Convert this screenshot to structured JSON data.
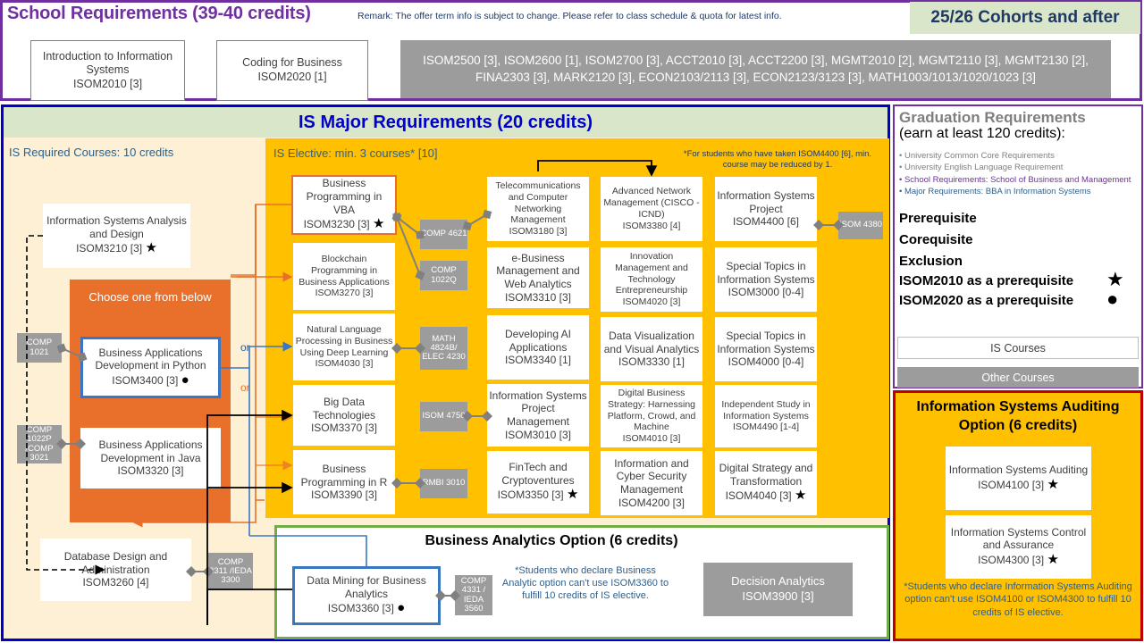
{
  "header": {
    "title": "School Requirements (39-40 credits)",
    "remark": "Remark: The offer term info is subject to change. Please refer to class schedule & quota for latest info.",
    "cohort_badge": "25/26 Cohorts and after",
    "boxes": [
      {
        "name": "Introduction to Information Systems",
        "code": "ISOM2010 [3]"
      },
      {
        "name": "Coding for Business",
        "code": "ISOM2020 [1]"
      }
    ],
    "other_courses": "ISOM2500 [3], ISOM2600 [1], ISOM2700 [3], ACCT2010 [3], ACCT2200 [3], MGMT2010 [2], MGMT2110 [3], MGMT2130 [2], FINA2303 [3], MARK2120 [3], ECON2103/2113 [3], ECON2123/3123 [3], MATH1003/1013/1020/1023 [3]"
  },
  "major": {
    "title": "IS Major Requirements (20 credits)",
    "required_label": "IS Required Courses: 10 credits",
    "elective_label": "IS Elective: min. 3 courses* [10]",
    "elective_note": "*For students who have taken ISOM4400 [6], min. course may be reduced by 1.",
    "choose_label": "Choose one from below",
    "or_1": "or",
    "or_2": "or",
    "required": [
      {
        "name": "Information Systems Analysis and Design",
        "code": "ISOM3210 [3]",
        "marker": "star"
      },
      {
        "name": "Business Applications Development in Python",
        "code": "ISOM3400 [3]",
        "marker": "circle"
      },
      {
        "name": "Business Applications Development in Java",
        "code": "ISOM3320 [3]",
        "marker": ""
      },
      {
        "name": "Database Design and Administration",
        "code": "ISOM3260 [4]",
        "marker": ""
      }
    ],
    "required_tags": [
      {
        "label": "COMP 1021"
      },
      {
        "label": "COMP 1022P /COMP 3021"
      },
      {
        "label": "COMP 3311 /IEDA 3300"
      }
    ],
    "electives_col1": [
      {
        "name": "Business Programming in VBA",
        "code": "ISOM3230 [3]",
        "marker": "star"
      },
      {
        "name": "Blockchain Programming in Business Applications",
        "code": "ISOM3270 [3]",
        "marker": ""
      },
      {
        "name": "Natural Language Processing in Business Using Deep Learning",
        "code": "ISOM4030 [3]",
        "marker": ""
      },
      {
        "name": "Big Data Technologies",
        "code": "ISOM3370 [3]",
        "marker": ""
      },
      {
        "name": "Business Programming in R",
        "code": "ISOM3390 [3]",
        "marker": ""
      }
    ],
    "electives_tags": [
      {
        "label": "COMP 4621"
      },
      {
        "label": "COMP 1022Q"
      },
      {
        "label": "MATH 4824B/ ELEC 4230"
      },
      {
        "label": "ISOM 4750"
      },
      {
        "label": "RMBI 3010"
      },
      {
        "label": "ISOM 4380"
      }
    ],
    "electives_col2": [
      {
        "name": "Telecommunications and Computer Networking Management",
        "code": "ISOM3180 [3]",
        "marker": ""
      },
      {
        "name": "e-Business Management and Web Analytics",
        "code": "ISOM3310 [3]",
        "marker": ""
      },
      {
        "name": "Developing AI Applications",
        "code": "ISOM3340 [1]",
        "marker": ""
      },
      {
        "name": "Information Systems Project Management",
        "code": "ISOM3010 [3]",
        "marker": ""
      },
      {
        "name": "FinTech and Cryptoventures",
        "code": "ISOM3350 [3]",
        "marker": "star"
      }
    ],
    "electives_col3": [
      {
        "name": "Advanced Network Management (CISCO - ICND)",
        "code": "ISOM3380 [4]",
        "marker": ""
      },
      {
        "name": "Innovation Management and Technology Entrepreneurship",
        "code": "ISOM4020 [3]",
        "marker": ""
      },
      {
        "name": "Data Visualization and Visual Analytics",
        "code": "ISOM3330 [1]",
        "marker": ""
      },
      {
        "name": "Digital Business Strategy: Harnessing Platform, Crowd, and Machine",
        "code": "ISOM4010 [3]",
        "marker": ""
      },
      {
        "name": "Information and Cyber Security Management",
        "code": "ISOM4200 [3]",
        "marker": ""
      }
    ],
    "electives_col4": [
      {
        "name": "Information Systems Project",
        "code": "ISOM4400 [6]",
        "marker": ""
      },
      {
        "name": "Special Topics in Information Systems",
        "code": "ISOM3000 [0-4]",
        "marker": ""
      },
      {
        "name": "Special Topics in Information Systems",
        "code": "ISOM4000 [0-4]",
        "marker": ""
      },
      {
        "name": "Independent Study in Information Systems",
        "code": "ISOM4490 [1-4]",
        "marker": ""
      },
      {
        "name": "Digital Strategy and Transformation",
        "code": "ISOM4040 [3]",
        "marker": "star"
      }
    ]
  },
  "business_analytics": {
    "title": "Business Analytics Option (6 credits)",
    "course": {
      "name": "Data Mining for Business Analytics",
      "code": "ISOM3360 [3]",
      "marker": "circle"
    },
    "tag": "COMP 4331 / IEDA 3560",
    "note": "*Students who declare Business Analytic option can't use ISOM3360 to fulfill 10 credits of IS elective.",
    "other_course": {
      "name": "Decision Analytics",
      "code": "ISOM3900 [3]"
    }
  },
  "graduation": {
    "title_line1": "Graduation Requirements",
    "title_line2": "(earn at least 120 credits):",
    "bullets": [
      "• University Common Core Requirements",
      "• University English Language Requirement",
      "• School Requirements: School of Business and Management",
      "• Major Requirements: BBA in Information Systems"
    ],
    "legend": [
      {
        "label": "Prerequisite",
        "art": "solid-arrow"
      },
      {
        "label": "Corequisite",
        "art": "dashed-arrow"
      },
      {
        "label": "Exclusion",
        "art": "diamond-line"
      },
      {
        "label": "ISOM2010 as a prerequisite",
        "art": "star"
      },
      {
        "label": "ISOM2020 as a prerequisite",
        "art": "circle"
      }
    ],
    "is_courses_key": "IS Courses",
    "other_courses_key": "Other Courses"
  },
  "auditing": {
    "title": "Information Systems Auditing Option (6 credits)",
    "courses": [
      {
        "name": "Information Systems Auditing",
        "code": "ISOM4100 [3]",
        "marker": "star"
      },
      {
        "name": "Information Systems Control and Assurance",
        "code": "ISOM4300 [3]",
        "marker": "star"
      }
    ],
    "note": "*Students who declare Information Systems Auditing option can't use ISOM4100 or ISOM4300 to fulfill 10 credits of IS elective."
  },
  "colors": {
    "purple": "#7030a0",
    "blue_border": "#0000cc",
    "yellow": "#ffc000",
    "orange": "#e8702a",
    "green_border": "#70ad47",
    "red_border": "#c00000",
    "grey_box": "#9c9c9c",
    "cream": "#fdf0d5",
    "sage": "#d9e6ca"
  }
}
